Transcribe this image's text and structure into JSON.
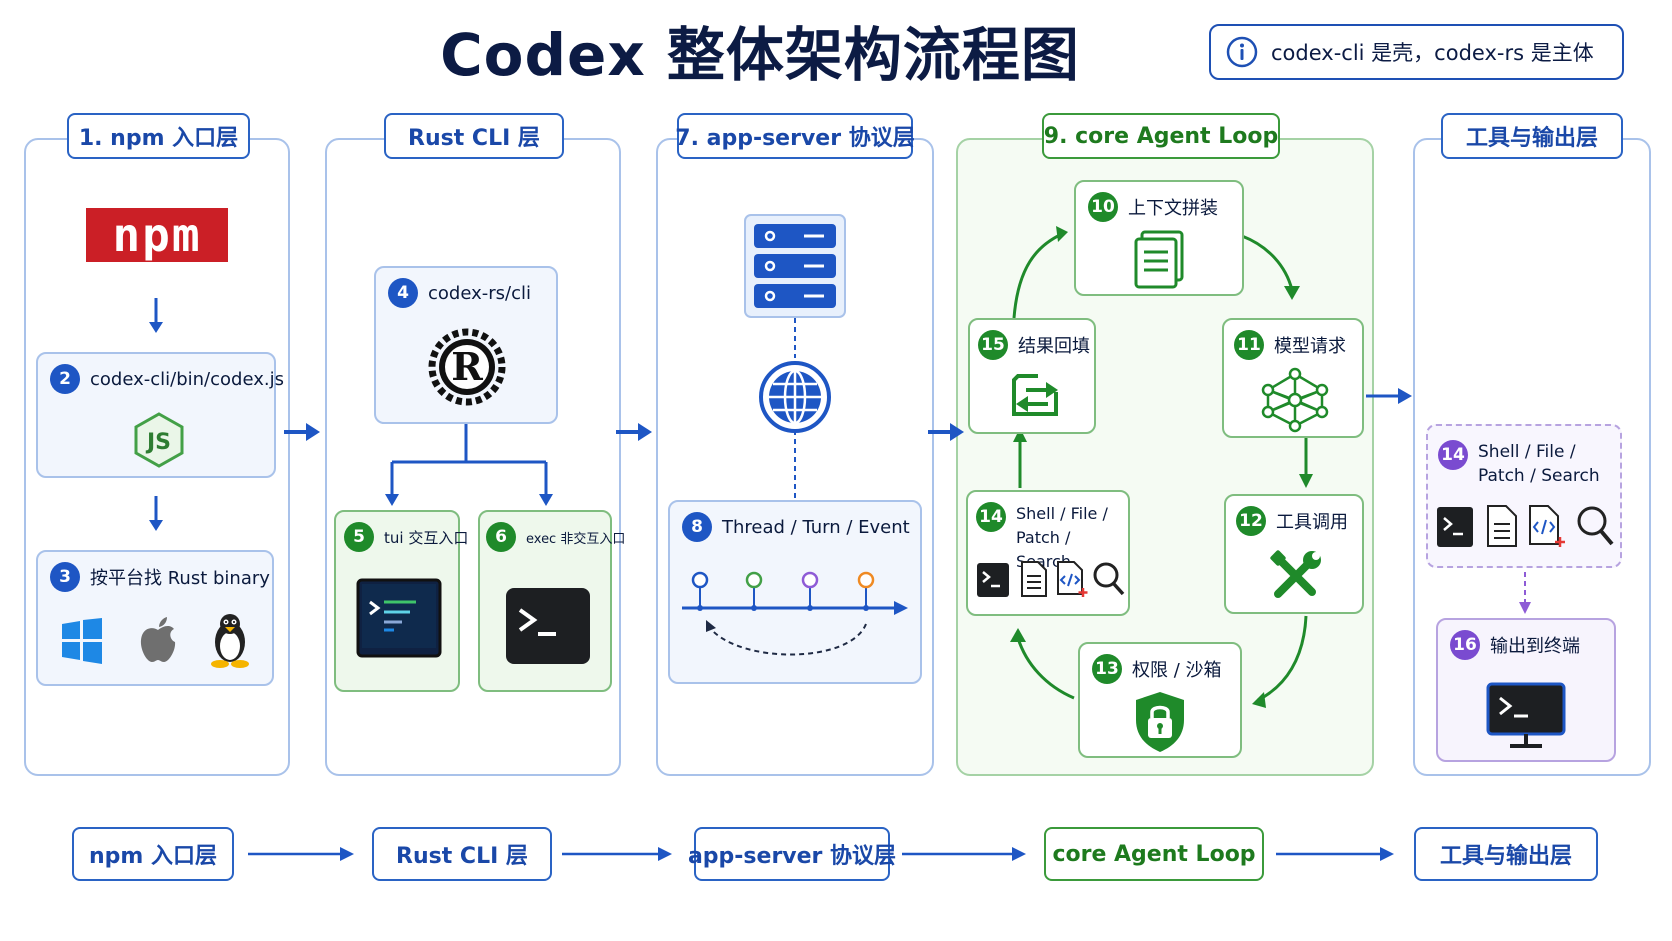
{
  "title": "Codex 整体架构流程图",
  "note": "codex-cli 是壳，codex-rs 是主体",
  "columns": {
    "npm": "1. npm 入口层",
    "rust": "Rust CLI 层",
    "server": "7. app-server 协议层",
    "agent": "9. core Agent Loop",
    "tools": "工具与输出层"
  },
  "npm_logo": "npm",
  "nodes": {
    "n2": {
      "num": "2",
      "label": "codex-cli/bin/codex.js"
    },
    "n3": {
      "num": "3",
      "label": "按平台找 Rust binary"
    },
    "n4": {
      "num": "4",
      "label": "codex-rs/cli"
    },
    "n5": {
      "num": "5",
      "label": "tui 交互入口"
    },
    "n6": {
      "num": "6",
      "label": "exec 非交互入口"
    },
    "n8": {
      "num": "8",
      "label": "Thread / Turn / Event"
    },
    "n10": {
      "num": "10",
      "label": "上下文拼装"
    },
    "n11": {
      "num": "11",
      "label": "模型请求"
    },
    "n12": {
      "num": "12",
      "label": "工具调用"
    },
    "n13": {
      "num": "13",
      "label": "权限 / 沙箱"
    },
    "n14a": {
      "num": "14",
      "label1": "Shell / File /",
      "label2": "Patch / Search"
    },
    "n15": {
      "num": "15",
      "label": "结果回填"
    },
    "n14b": {
      "num": "14",
      "label1": "Shell / File /",
      "label2": "Patch / Search"
    },
    "n16": {
      "num": "16",
      "label": "输出到终端"
    }
  },
  "bottom_flow": [
    "npm 入口层",
    "Rust CLI 层",
    "app-server 协议层",
    "core Agent Loop",
    "工具与输出层"
  ],
  "colors": {
    "blue": "#1e56c4",
    "green": "#1f8a2a",
    "purple": "#7a4bd0",
    "npm_red": "#cb1f26",
    "title": "#0c1b44"
  },
  "icons": [
    "npm-logo",
    "js-icon",
    "windows-icon",
    "apple-icon",
    "linux-icon",
    "rust-icon",
    "terminal-icon",
    "server-icon",
    "globe-icon",
    "document-icon",
    "network-icon",
    "tools-icon",
    "lock-icon",
    "refresh-icon",
    "search-icon",
    "code-file-icon",
    "monitor-icon",
    "info-icon"
  ]
}
